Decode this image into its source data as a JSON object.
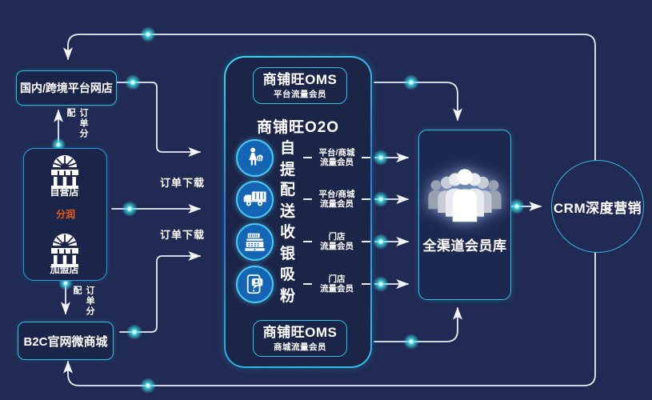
{
  "colors": {
    "background": "#202A52",
    "panel_border_cyan": "#3FD9EE",
    "accent_blue": "#2A7AD6",
    "box_border_cyan": "#2FC0E8",
    "connector_line": "#E9EDF5",
    "glow_dot_cyan": "#3EE6F0",
    "orange": "#ED5B12",
    "icon_circle_blue": "#1565B5",
    "icon_ring_cyan": "#4AC8F2",
    "text_white": "#FFFFFF"
  },
  "left": {
    "top_box_label": "国内/跨境平台网店",
    "order_allocation_top": "订单分配",
    "store_box": {
      "self_store": "自营店",
      "profit_share": "分润",
      "franchise_store": "加盟店",
      "store_icon": "storefront-icon"
    },
    "order_allocation_bottom": "订单分配",
    "bottom_box_label": "B2C官网微商城"
  },
  "flow": {
    "order_download_top": "订单下载",
    "order_download_bottom": "订单下载"
  },
  "panel": {
    "top_box": {
      "title": "商铺旺OMS",
      "subtitle": "平台流量会员"
    },
    "heading": "商铺旺O2O",
    "rows": [
      {
        "icon": "person-with-basket-icon",
        "label": "自提",
        "side_line1": "平台/商城",
        "side_line2": "流量会员"
      },
      {
        "icon": "delivery-truck-icon",
        "label": "配送",
        "side_line1": "平台/商城",
        "side_line2": "流量会员"
      },
      {
        "icon": "cash-register-icon",
        "label": "收银",
        "side_line1": "门店",
        "side_line2": "流量会员"
      },
      {
        "icon": "phone-chat-icon",
        "label": "吸粉",
        "side_line1": "门店",
        "side_line2": "流量会员"
      }
    ],
    "bottom_box": {
      "title": "商铺旺OMS",
      "subtitle": "商城流量会员"
    }
  },
  "right": {
    "member_box_label": "全渠道会员库",
    "member_icon": "people-group-icon",
    "crm_label": "CRM深度营销"
  }
}
